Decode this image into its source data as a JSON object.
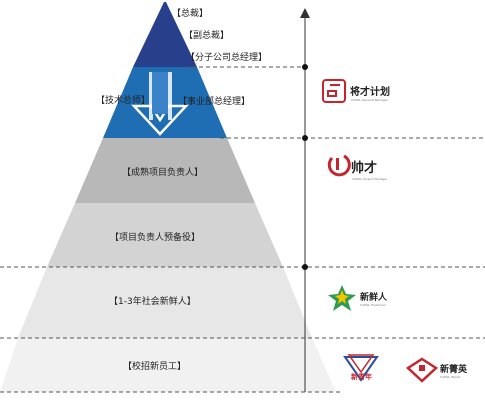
{
  "pyramid": {
    "labels": {
      "ceo": "【总裁】",
      "vice_ceo": "【副总裁】",
      "subsidiary_gm": "【分子公司总经理】",
      "tech_director": "【技术总师】",
      "division_gm": "【事业部总经理】",
      "mature_pm": "【成熟项目负责人】",
      "pm_reserve": "【项目负责人预备役】",
      "social_new": "【1-3年社会新鲜人】",
      "campus_new": "【校招新员工】"
    }
  },
  "programs": {
    "jiangcai": {
      "name": "将才计划",
      "sub": "CAPOL General Manager"
    },
    "shuaicai": {
      "name": "帅才",
      "sub": "CAPOL Project Manager"
    },
    "xinxianren": {
      "name": "新鲜人",
      "sub": "CAPOL Freshman"
    },
    "xinqingnian": {
      "name": "新青年"
    },
    "xinjingying": {
      "name": "新菁英",
      "sub": "CAPOL Talent"
    }
  },
  "colors": {
    "tier_top_blue": "#283f8c",
    "tier_mid_blue": "#1f6db3",
    "tier_gray_dark": "#b8b8b8",
    "tier_gray_mid": "#d3d3d3",
    "tier_gray_light": "#e7e7e7",
    "tier_gray_lightest": "#f1f1f1",
    "brand_red": "#c4262e",
    "brand_green": "#2c9c4f",
    "brand_blue": "#2b4ea1"
  }
}
